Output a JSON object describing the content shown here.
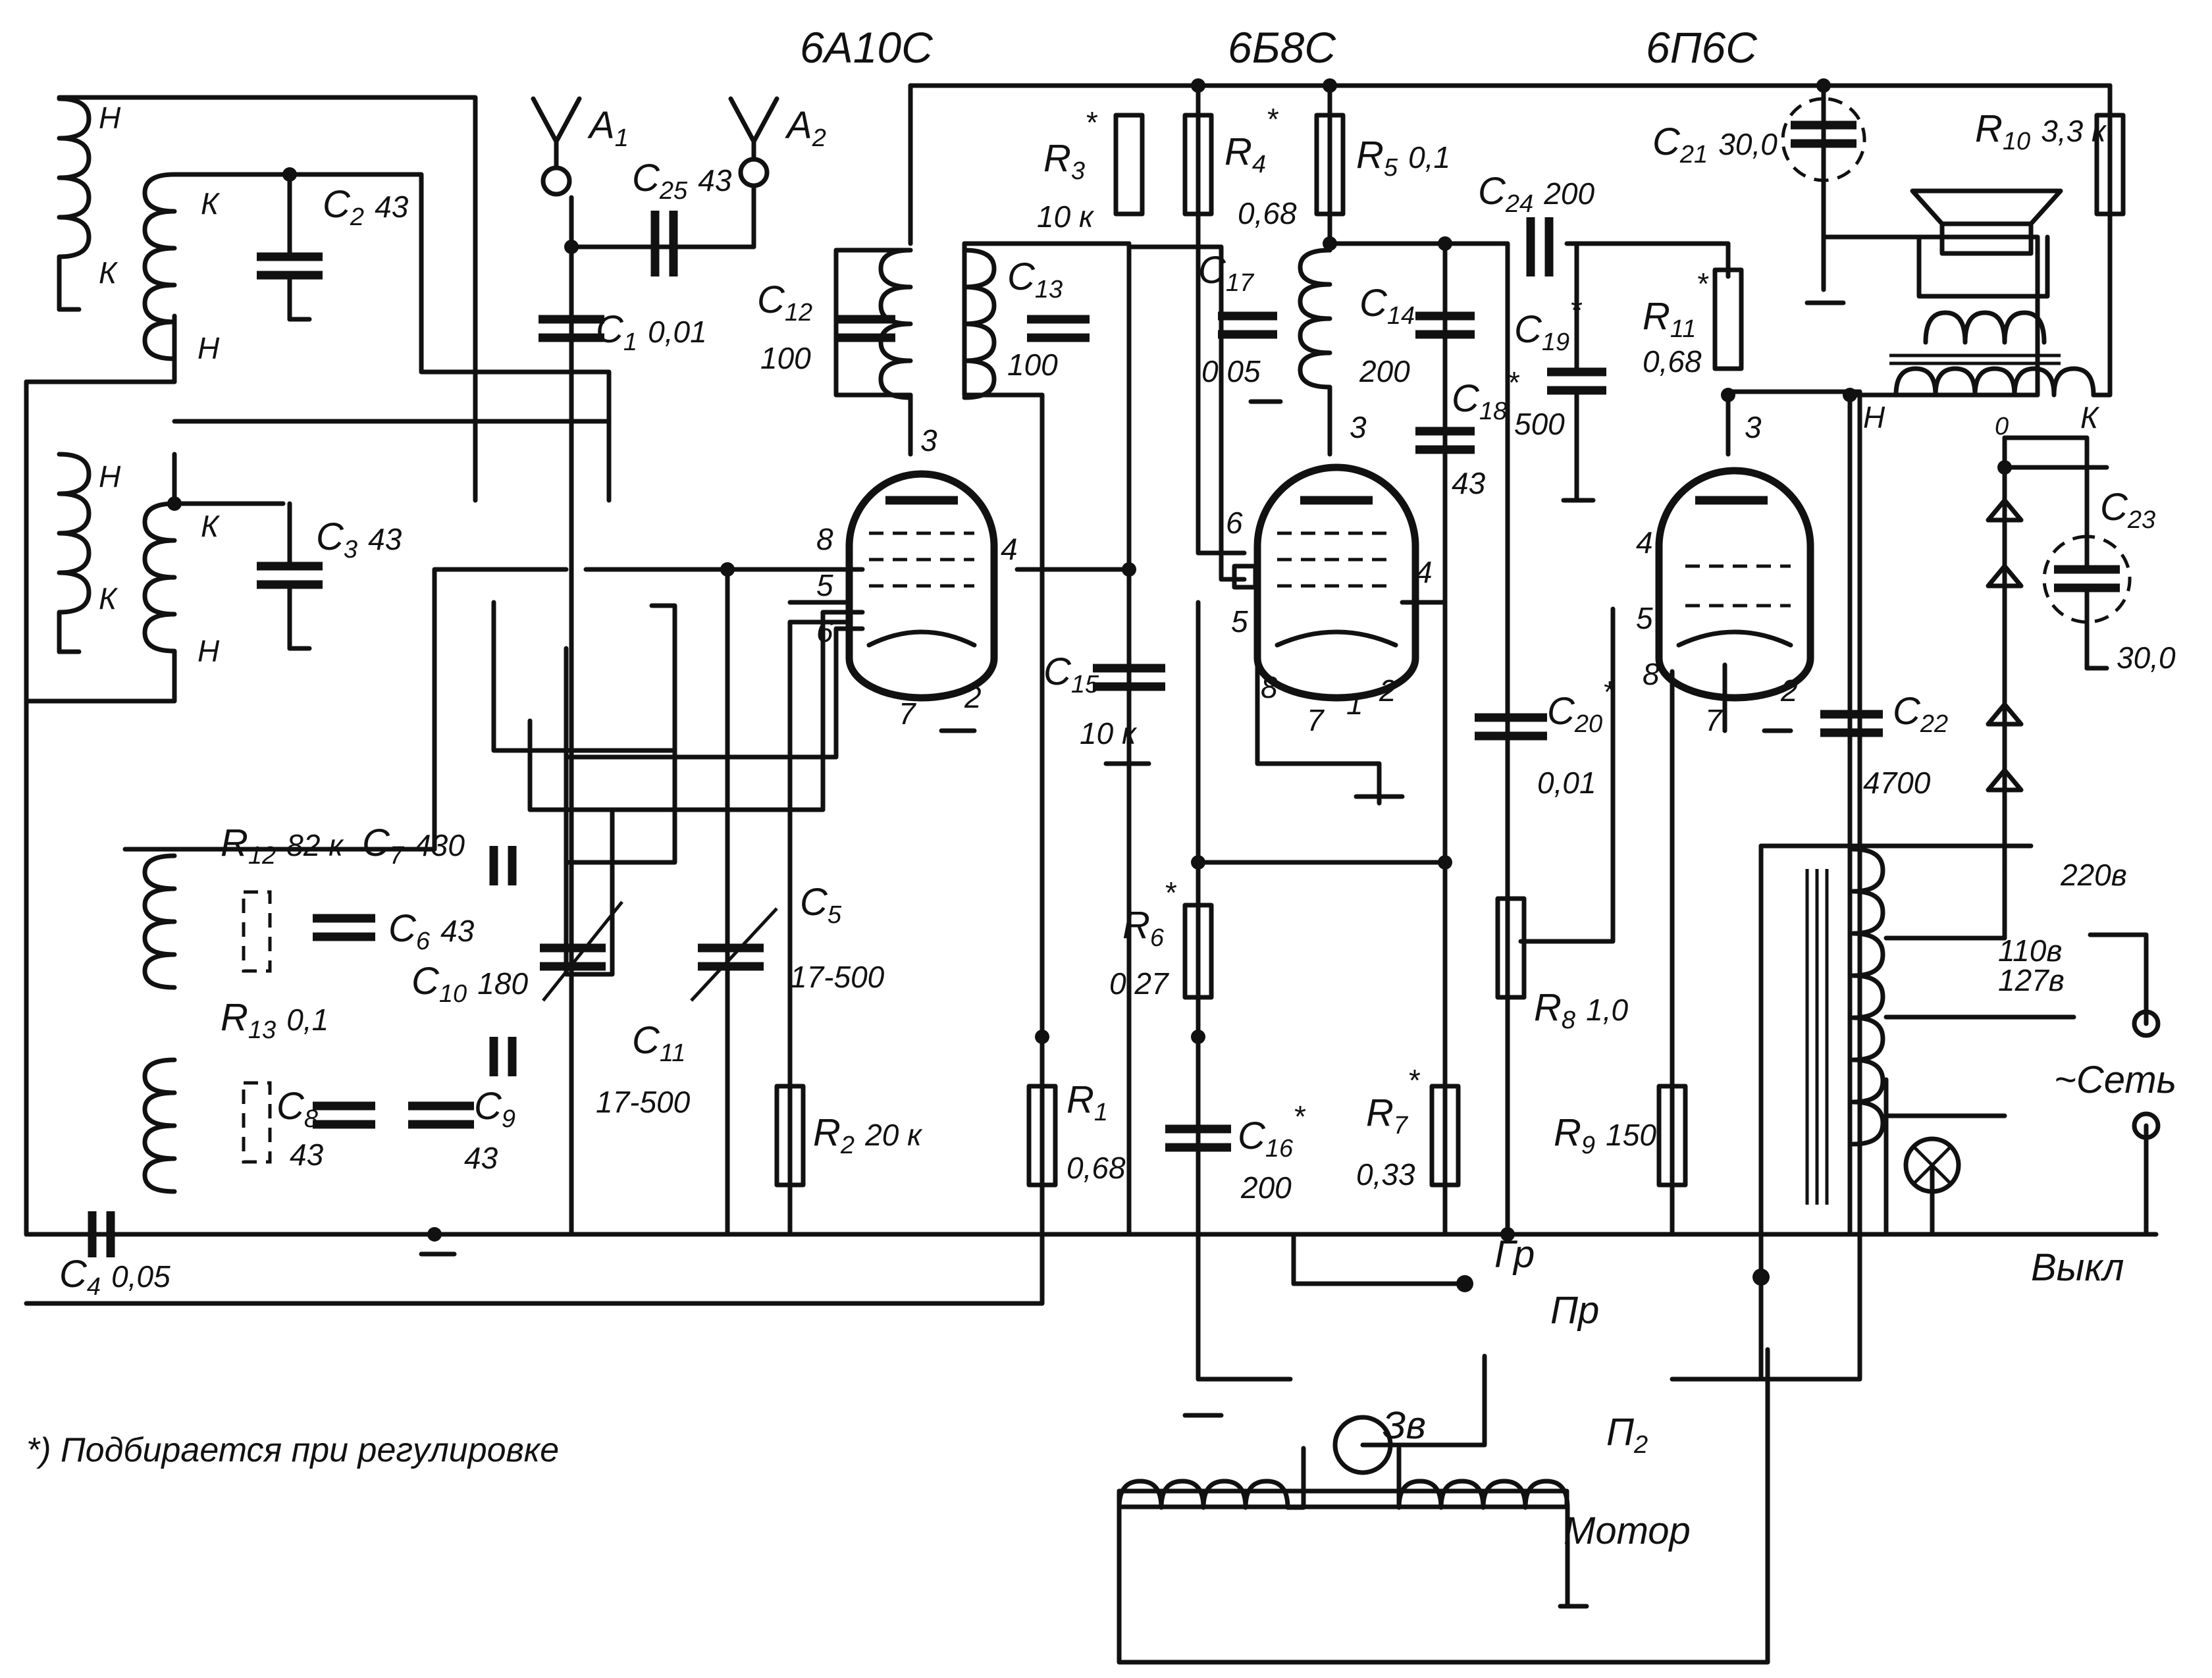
{
  "tubes": [
    {
      "type": "6А10С"
    },
    {
      "type": "6Б8С"
    },
    {
      "type": "6П6С"
    }
  ],
  "labels": {
    "c1": "C",
    "c1_sub": "1",
    "c1_val": "0,01",
    "c2": "C",
    "c2_sub": "2",
    "c2_val": "43",
    "c25": "C",
    "c25_sub": "25",
    "c25_val": "43",
    "c3": "C",
    "c3_sub": "3",
    "c3_val": "43",
    "c4": "C",
    "c4_sub": "4",
    "c4_val": "0,05",
    "c5": "C",
    "c5_sub": "5",
    "c5_val": "17-500",
    "c6": "C",
    "c6_sub": "6",
    "c6_val": "43",
    "c7": "C",
    "c7_sub": "7",
    "c7_val": "430",
    "c8": "C",
    "c8_sub": "8",
    "c8_val": "43",
    "c9": "C",
    "c9_sub": "9",
    "c9_val": "43",
    "c10": "C",
    "c10_sub": "10",
    "c10_val": "180",
    "c11": "C",
    "c11_sub": "11",
    "c11_val": "17-500",
    "c12": "C",
    "c12_sub": "12",
    "c12_val": "100",
    "c13": "C",
    "c13_sub": "13",
    "c13_val": "100",
    "c14": "C",
    "c14_sub": "14",
    "c14_val": "200",
    "c15": "C",
    "c15_sub": "15",
    "c15_val": "10 к",
    "c16": "C",
    "c16_sub": "16",
    "c16_val": "200",
    "c17": "C",
    "c17_sub": "17",
    "c17_val": "0,05",
    "c18": "C",
    "c18_sub": "18",
    "c18_val": "43",
    "c19": "C",
    "c19_sub": "19",
    "c19_val": "500",
    "c20": "C",
    "c20_sub": "20",
    "c20_val": "0,01",
    "c21": "C",
    "c21_sub": "21",
    "c21_val": "30,0",
    "c22": "C",
    "c22_sub": "22",
    "c22_val": "4700",
    "c23": "C",
    "c23_sub": "23",
    "c23_val": "30,0",
    "c24": "C",
    "c24_sub": "24",
    "c24_val": "200",
    "r1": "R",
    "r1_sub": "1",
    "r1_val": "0,68",
    "r2": "R",
    "r2_sub": "2",
    "r2_val": "20 к",
    "r3": "R",
    "r3_sub": "3",
    "r3_val": "10 к",
    "r4": "R",
    "r4_sub": "4",
    "r4_val": "0,68",
    "r5": "R",
    "r5_sub": "5",
    "r5_val": "0,1",
    "r6": "R",
    "r6_sub": "6",
    "r6_val": "0,27",
    "r7": "R",
    "r7_sub": "7",
    "r7_val": "0,33",
    "r8": "R",
    "r8_sub": "8",
    "r8_val": "1,0",
    "r9": "R",
    "r9_sub": "9",
    "r9_val": "150",
    "r10": "R",
    "r10_sub": "10",
    "r10_val": "3,3 к",
    "r11": "R",
    "r11_sub": "11",
    "r11_val": "0,68",
    "r12": "R",
    "r12_sub": "12",
    "r12_val": "82 к",
    "r13": "R",
    "r13_sub": "13",
    "r13_val": "0,1",
    "a1": "A",
    "a1_sub": "1",
    "a2": "A",
    "a2_sub": "2",
    "star": "*",
    "coil_h": "Н",
    "coil_k": "К",
    "out_0": "0",
    "v220": "220в",
    "v110": "110в",
    "v127": "127в",
    "mains": "~Сеть",
    "off": "Выкл",
    "gr": "Гр",
    "pr": "Пр",
    "p2": "П",
    "p2_sub": "2",
    "zv": "Зв",
    "motor": "Мотор",
    "pin_1": "1",
    "pin_2": "2",
    "pin_3": "3",
    "pin_4": "4",
    "pin_5": "5",
    "pin_6": "6",
    "pin_7": "7",
    "pin_8": "8"
  },
  "footnote": "*) Подбирается при регулировке"
}
